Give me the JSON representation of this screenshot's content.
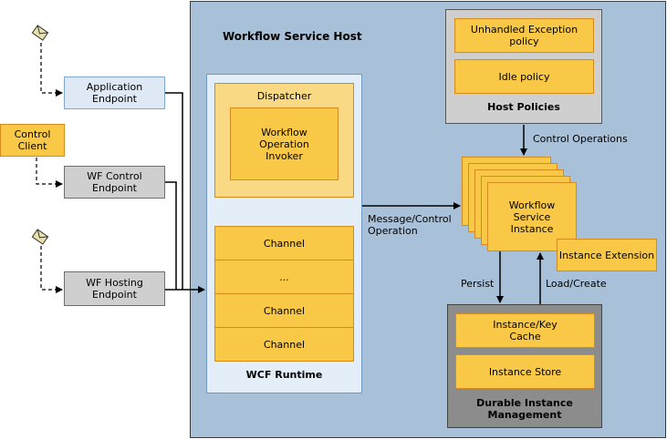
{
  "host": {
    "title": "Workflow Service Host"
  },
  "endpoints": {
    "application": "Application\nEndpoint",
    "wf_control": "WF Control\nEndpoint",
    "wf_hosting": "WF Hosting\nEndpoint"
  },
  "control_client": "Control\nClient",
  "wcf_runtime": {
    "title": "WCF Runtime",
    "dispatcher": "Dispatcher",
    "invoker": "Workflow\nOperation\nInvoker",
    "channels": [
      "Channel",
      "...",
      "Channel",
      "Channel"
    ]
  },
  "host_policies": {
    "title": "Host Policies",
    "items": [
      "Unhandled Exception\npolicy",
      "Idle policy"
    ]
  },
  "workflow_instance": "Workflow\nService\nInstance",
  "instance_extension": "Instance Extension",
  "durable": {
    "title": "Durable Instance\nManagement",
    "items": [
      "Instance/Key\nCache",
      "Instance Store"
    ]
  },
  "arrow_labels": {
    "control_operations": "Control Operations",
    "message_control": "Message/Control\nOperation",
    "persist": "Persist",
    "load_create": "Load/Create"
  },
  "colors": {
    "host_background": "#a8c0d8",
    "component_orange": "#f9c846",
    "dispatcher_orange": "#f9d983",
    "panel_gray": "#cfcfcf",
    "dark_gray": "#8c8c8c"
  }
}
